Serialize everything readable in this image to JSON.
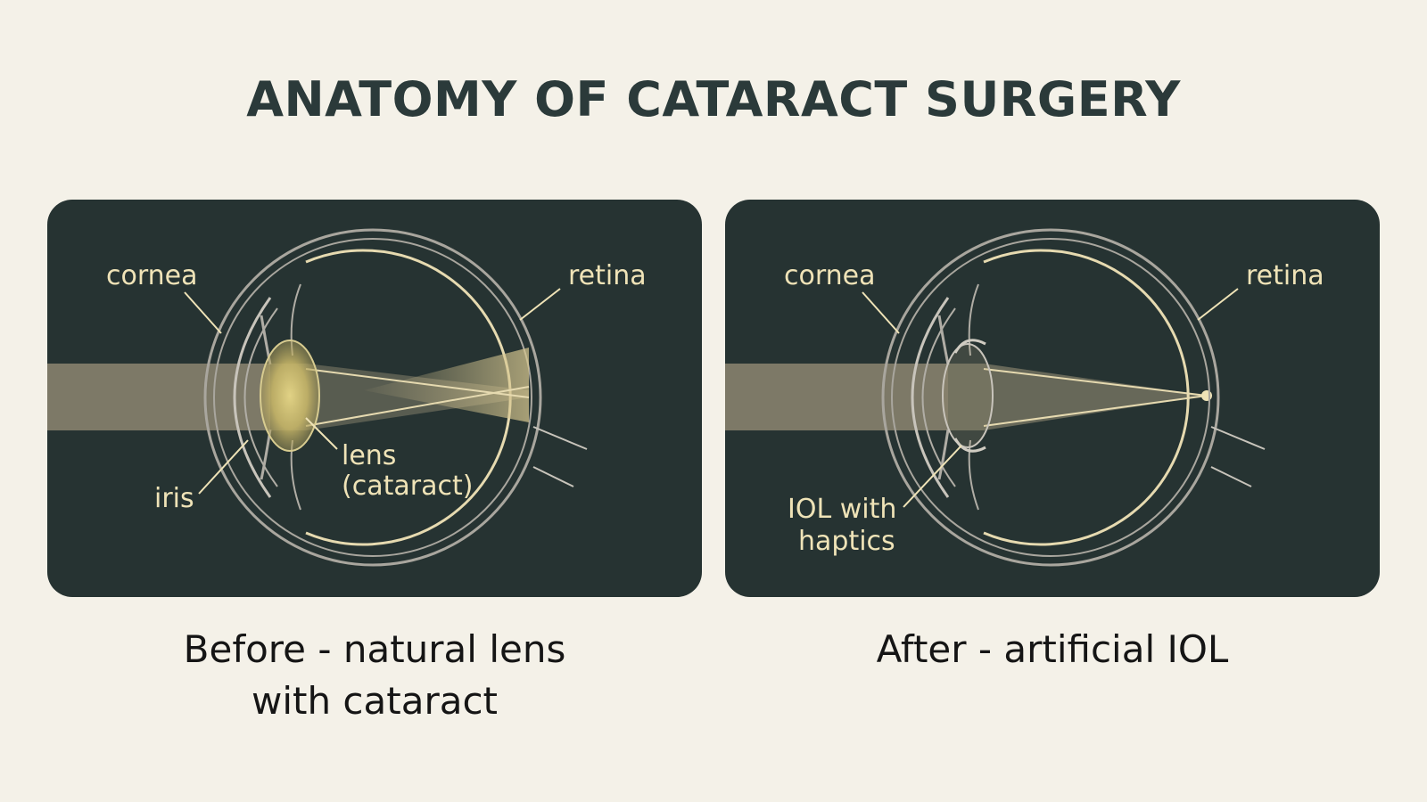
{
  "title": "ANATOMY OF CATARACT SURGERY",
  "before": {
    "labels": {
      "cornea": "cornea",
      "retina": "retina",
      "iris": "iris",
      "lens_line1": "lens",
      "lens_line2": "(cataract)"
    },
    "caption_line1": "Before - natural lens",
    "caption_line2": "with cataract"
  },
  "after": {
    "labels": {
      "cornea": "cornea",
      "retina": "retina",
      "iol_line1": "IOL with",
      "iol_line2": "haptics"
    },
    "caption": "After - artificial IOL"
  },
  "colors": {
    "background": "#f4f1e8",
    "panel": "#263332",
    "label": "#efe3b7",
    "outline": "#d2cfc6",
    "light_beam": "#b8a98a",
    "cataract_lens": "#e0cf7a"
  }
}
